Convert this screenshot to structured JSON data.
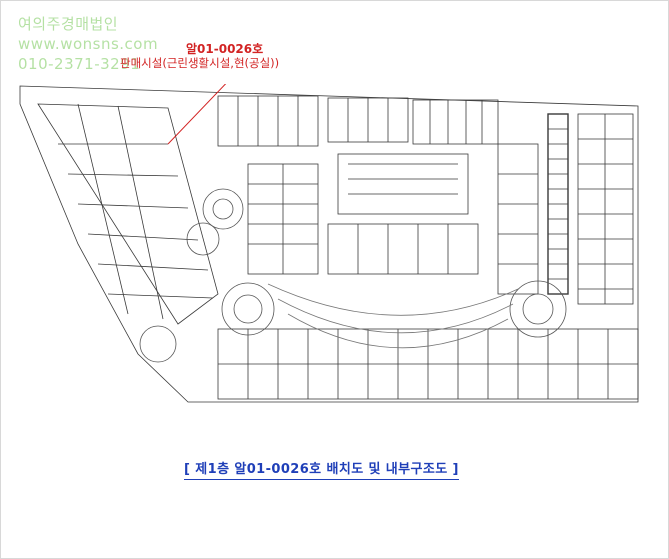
{
  "watermark": {
    "company": "여의주경매법인",
    "website": "www.wonsns.com",
    "phone": "010-2371-3291"
  },
  "annotation": {
    "unit_label": "알01-0026호",
    "use_label": "판매시설(근린생활시설,현(공실))"
  },
  "caption": {
    "text": "[ 제1층 알01-0026호 배치도 및 내부구조도 ]"
  },
  "colors": {
    "watermark": "#7bc85a",
    "annotation": "#d22323",
    "caption": "#1f3fb8",
    "plan_line": "#3a3a3a"
  }
}
